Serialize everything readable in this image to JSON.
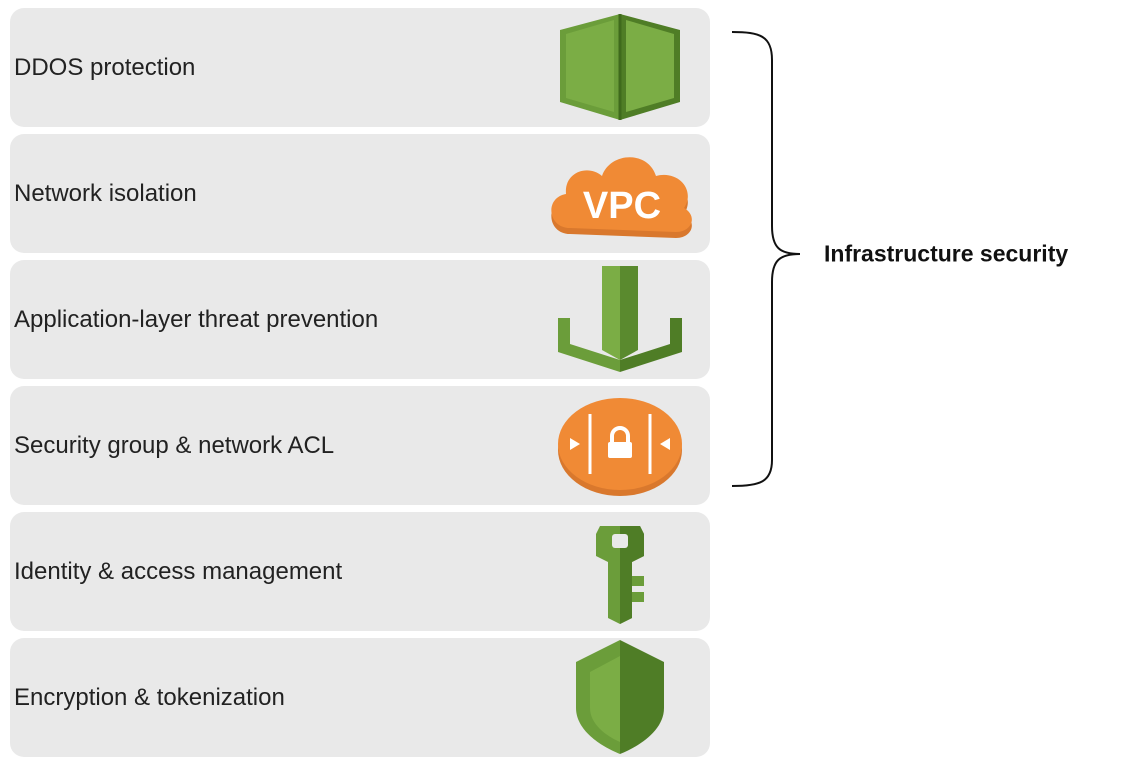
{
  "rows": [
    {
      "label": "DDOS protection",
      "icon": "shield-icon",
      "color": "#6b9d3a"
    },
    {
      "label": "Network isolation",
      "icon": "vpc-cloud-icon",
      "icon_text": "VPC",
      "color": "#f08a35"
    },
    {
      "label": "Application-layer threat prevention",
      "icon": "waf-arrow-icon",
      "color": "#6b9d3a"
    },
    {
      "label": "Security group & network ACL",
      "icon": "security-group-lock-icon",
      "color": "#f08a35"
    },
    {
      "label": "Identity & access management",
      "icon": "key-icon",
      "color": "#6b9d3a"
    },
    {
      "label": "Encryption & tokenization",
      "icon": "encryption-shield-icon",
      "color": "#6b9d3a"
    }
  ],
  "group": {
    "label": "Infrastructure security"
  }
}
